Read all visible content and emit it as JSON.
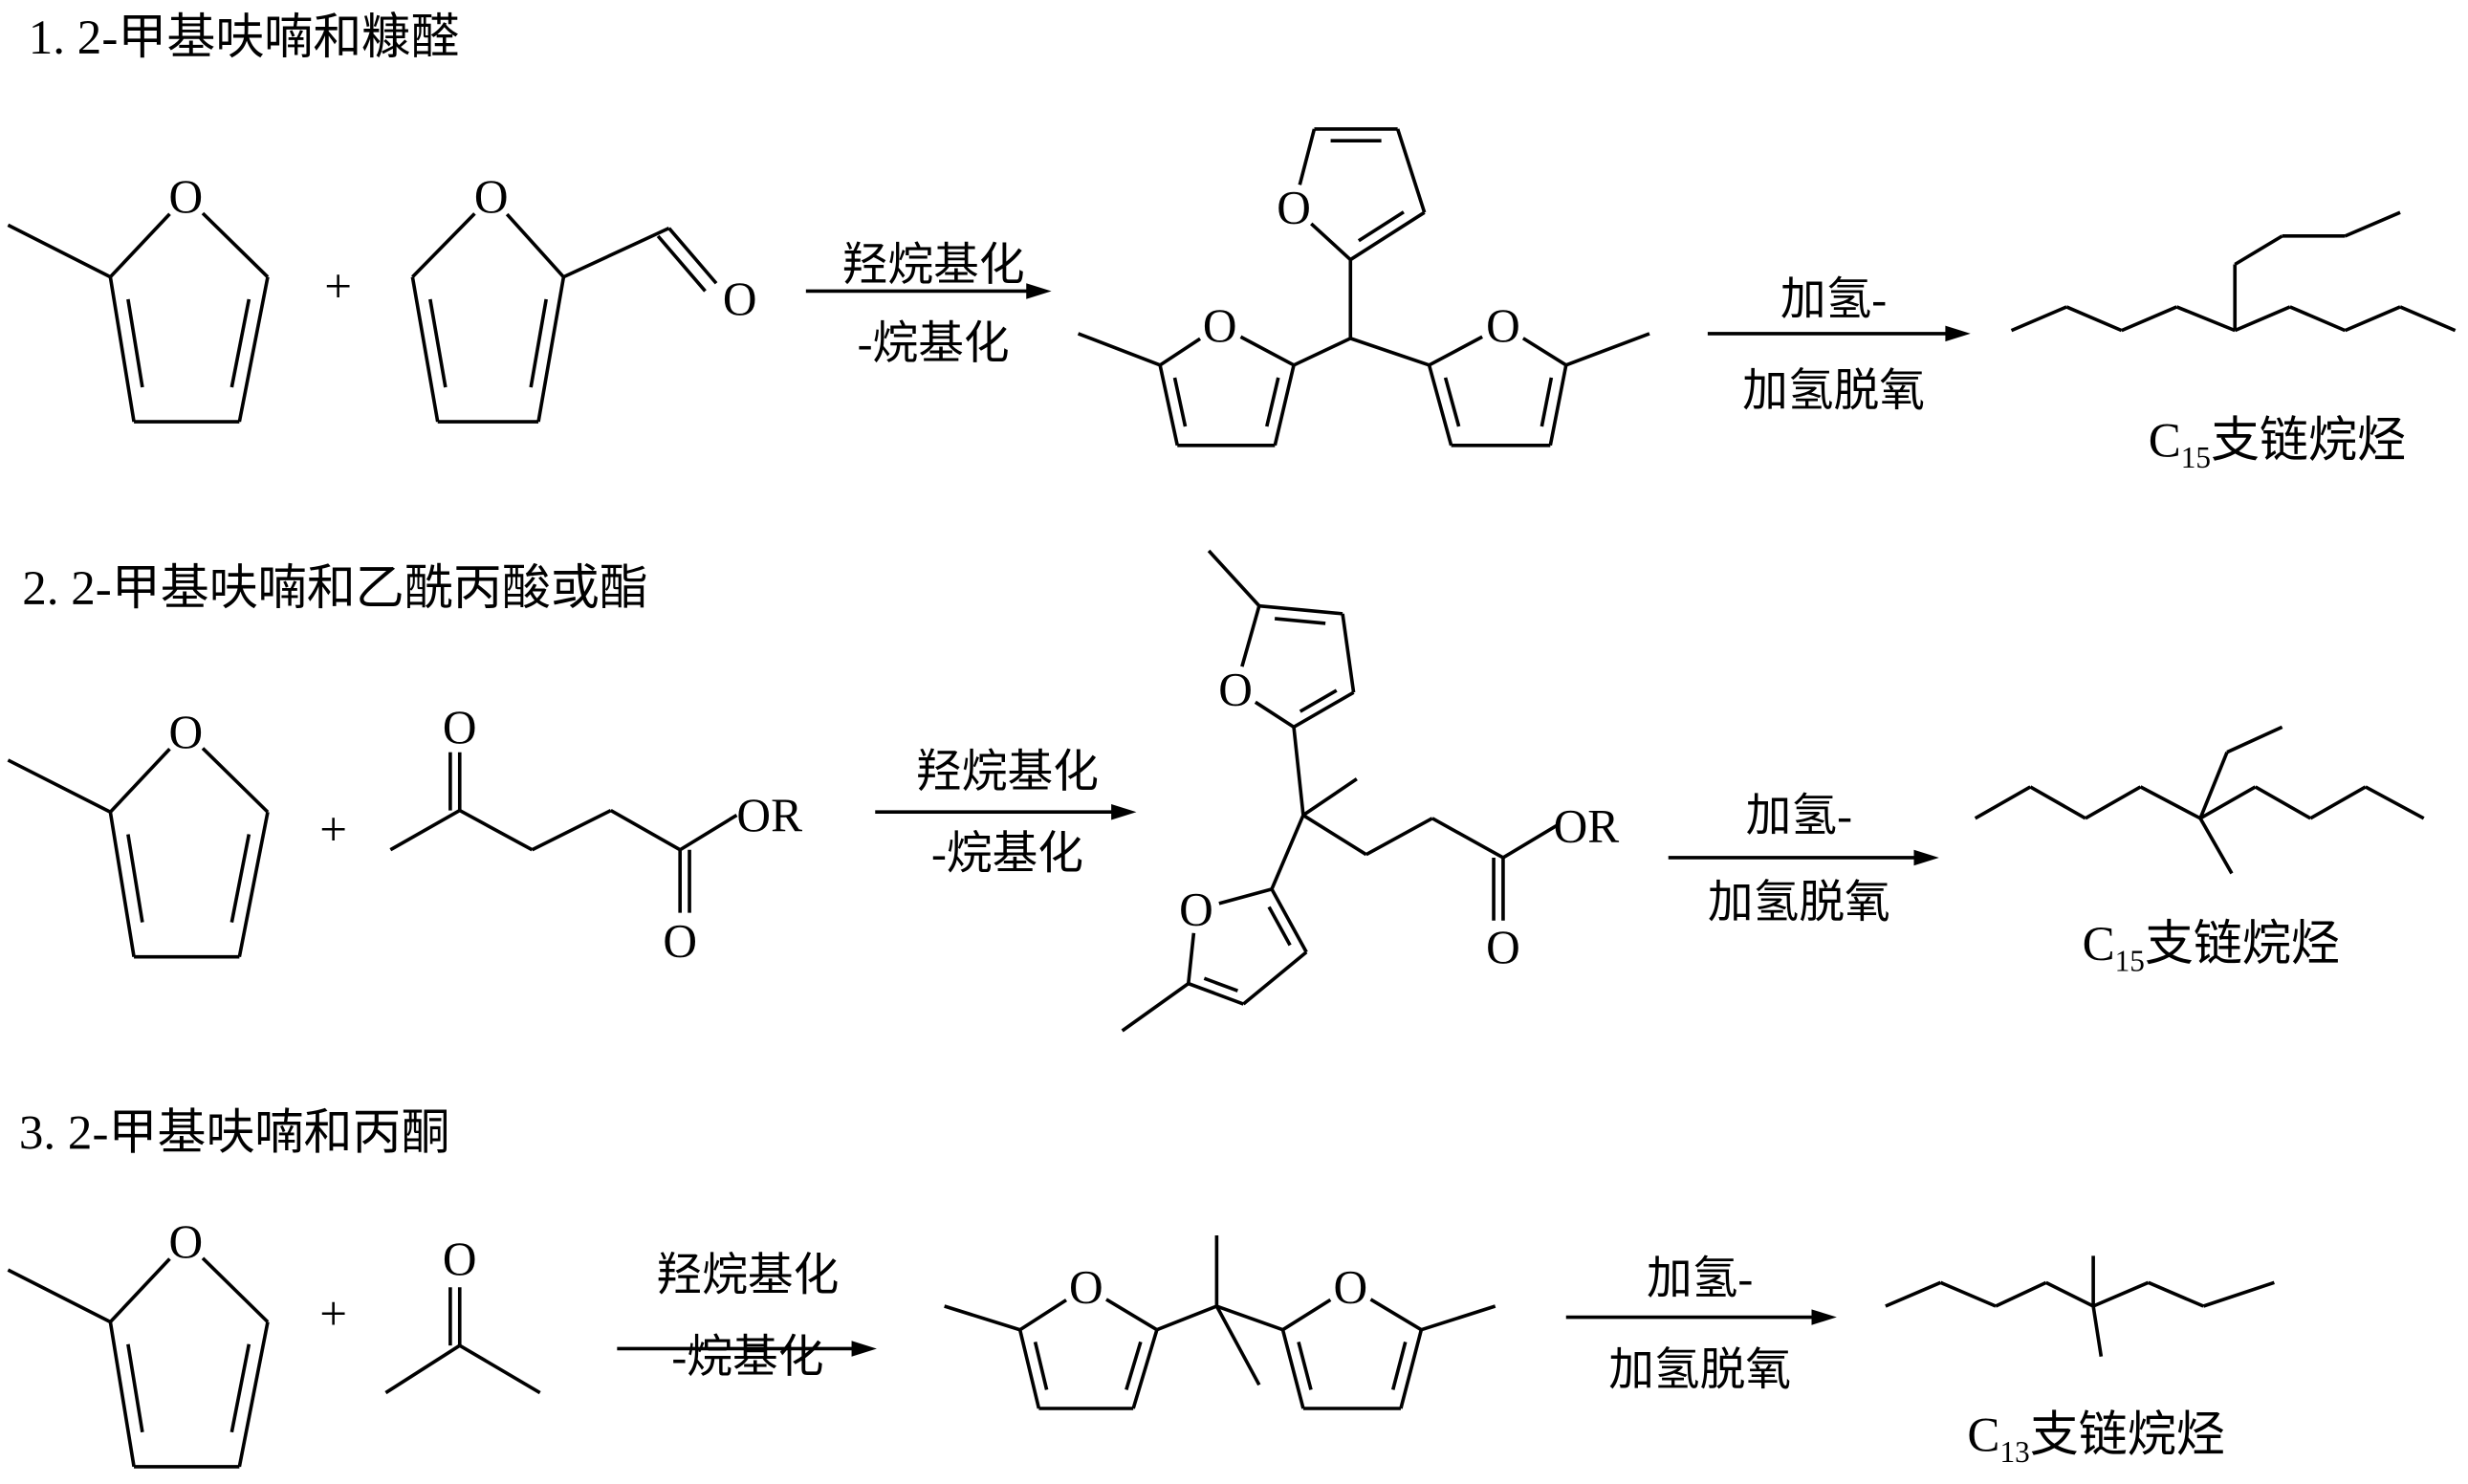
{
  "routes": [
    {
      "title": "1. 2-甲基呋喃和糠醛",
      "step1_top": "羟烷基化",
      "step1_bottom": "-烷基化",
      "step2_top": "加氢-",
      "step2_bottom": "加氢脱氧",
      "product": {
        "c": "C",
        "n": "15",
        "name": "支链烷烃"
      }
    },
    {
      "title": "2. 2-甲基呋喃和乙酰丙酸或酯",
      "step1_top": "羟烷基化",
      "step1_bottom": "-烷基化",
      "step2_top": "加氢-",
      "step2_bottom": "加氢脱氧",
      "product": {
        "c": "C",
        "n": "15",
        "name": "支链烷烃"
      }
    },
    {
      "title": "3. 2-甲基呋喃和丙酮",
      "step1_top": "羟烷基化",
      "step1_bottom": "-烷基化",
      "step2_top": "加氢-",
      "step2_bottom": "加氢脱氧",
      "product": {
        "c": "C",
        "n": "13",
        "name": "支链烷烃"
      }
    }
  ],
  "symbols": {
    "plus": "+",
    "oxygen": "O",
    "ester": "OR"
  }
}
